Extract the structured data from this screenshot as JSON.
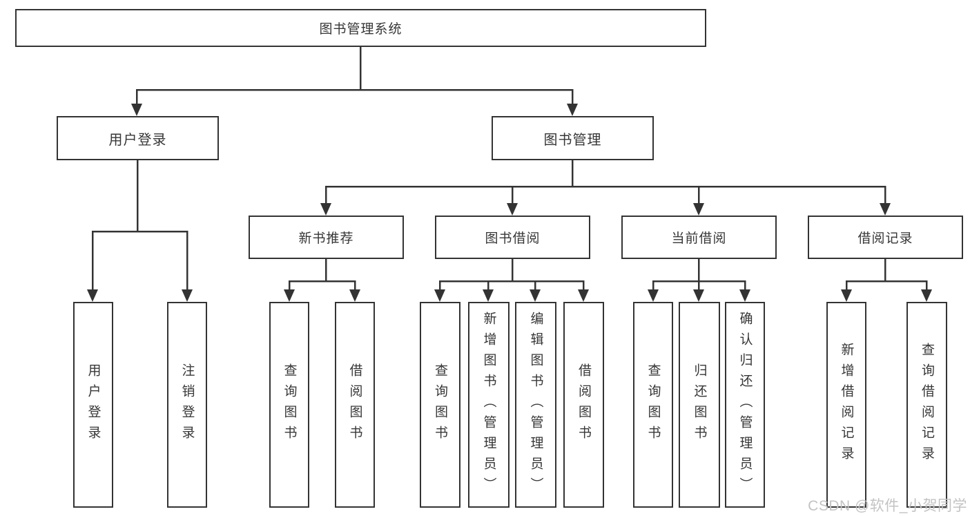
{
  "diagram": {
    "root": {
      "label": "图书管理系统"
    },
    "level2": [
      {
        "label": "用户登录"
      },
      {
        "label": "图书管理"
      }
    ],
    "level3": [
      {
        "label": "新书推荐"
      },
      {
        "label": "图书借阅"
      },
      {
        "label": "当前借阅"
      },
      {
        "label": "借阅记录"
      }
    ],
    "leaves": {
      "login": [
        {
          "label": "用户登录"
        },
        {
          "label": "注销登录"
        }
      ],
      "newbook": [
        {
          "label": "查询图书"
        },
        {
          "label": "借阅图书"
        }
      ],
      "borrow": [
        {
          "label": "查询图书"
        },
        {
          "label": "新增图书（管理员）"
        },
        {
          "label": "编辑图书（管理员）"
        },
        {
          "label": "借阅图书"
        }
      ],
      "current": [
        {
          "label": "查询图书"
        },
        {
          "label": "归还图书"
        },
        {
          "label": "确认归还（管理员）"
        }
      ],
      "records": [
        {
          "label": "新增借阅记录"
        },
        {
          "label": "查询借阅记录"
        }
      ]
    }
  },
  "watermark": {
    "text": "CSDN @软件_小贺同学"
  },
  "colors": {
    "line": "#333333",
    "text": "#363636",
    "background": "#ffffff",
    "watermark": "#c3c3c3"
  }
}
